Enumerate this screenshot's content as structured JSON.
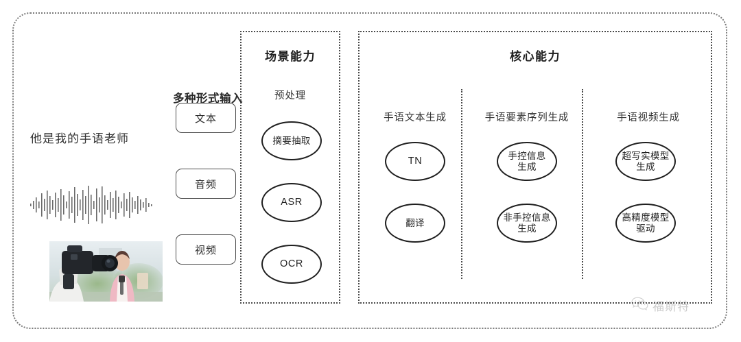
{
  "diagram": {
    "input_area": {
      "heading": "多种形式输入",
      "sample_text": "他是我的手语老师",
      "buttons": [
        {
          "label": "文本",
          "icon": "text-input-icon"
        },
        {
          "label": "音频",
          "icon": "audio-input-icon"
        },
        {
          "label": "视频",
          "icon": "video-input-icon"
        }
      ],
      "media": {
        "waveform_alt": "audio-waveform",
        "video_alt": "camera-filming-reporter-photo"
      }
    },
    "scene_panel": {
      "title": "场景能力",
      "group_label": "预处理",
      "nodes": [
        {
          "label": "摘要抽取",
          "lang": "zh"
        },
        {
          "label": "ASR",
          "lang": "en"
        },
        {
          "label": "OCR",
          "lang": "en"
        }
      ]
    },
    "core_panel": {
      "title": "核心能力",
      "columns": [
        {
          "label": "手语文本生成",
          "nodes": [
            {
              "label": "TN",
              "lang": "en"
            },
            {
              "label": "翻译",
              "lang": "zh"
            }
          ]
        },
        {
          "label": "手语要素序列生成",
          "nodes": [
            {
              "label": "手控信息\n生成",
              "lang": "zh"
            },
            {
              "label": "非手控信息\n生成",
              "lang": "zh"
            }
          ]
        },
        {
          "label": "手语视频生成",
          "nodes": [
            {
              "label": "超写实模型\n生成",
              "lang": "zh"
            },
            {
              "label": "高精度模型\n驱动",
              "lang": "zh"
            }
          ]
        }
      ]
    },
    "watermark": {
      "text": "福斯特",
      "icon": "wechat-logo-icon"
    },
    "colors": {
      "frame_border": "#7a7a7a",
      "panel_border": "#4a4a4a",
      "node_border": "#1f1f1f",
      "text": "#2b2b2b",
      "background": "#ffffff"
    }
  }
}
